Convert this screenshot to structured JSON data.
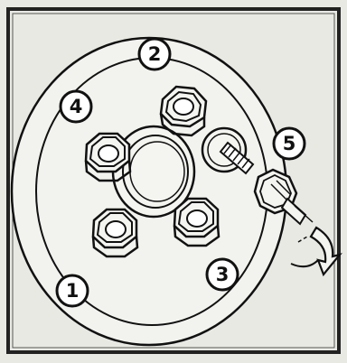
{
  "diagram": {
    "callouts": [
      {
        "id": "n1",
        "label": "1"
      },
      {
        "id": "n2",
        "label": "2"
      },
      {
        "id": "n3",
        "label": "3"
      },
      {
        "id": "n4",
        "label": "4"
      },
      {
        "id": "n5",
        "label": "5"
      }
    ],
    "colors": {
      "background": "#e9e9e4",
      "line": "#111111",
      "fill": "#f4f4f0",
      "frame": "#2a2a2a"
    },
    "icons": [
      "wheel-hub",
      "lug-nut",
      "wheel-stud",
      "torque-wrench-socket",
      "rotation-arrow"
    ]
  }
}
